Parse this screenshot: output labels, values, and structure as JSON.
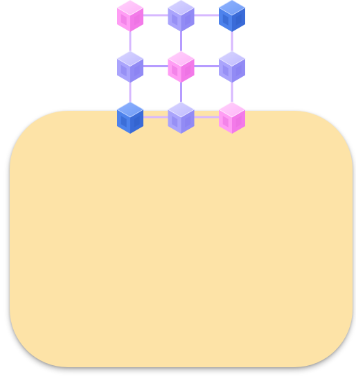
{
  "colors": {
    "card_fill": "#fde3a7",
    "link_light": "#d7b8ff",
    "link_mid": "#b69cff",
    "cube_pink": "#ff9cf5",
    "cube_lavender": "#a9a3fb",
    "cube_blue": "#4a7ee6"
  },
  "illustration": {
    "icon": "blockchain-network-icon",
    "grid_rows": 3,
    "grid_cols": 3,
    "nodes": [
      {
        "row": 0,
        "col": 0,
        "color": "pink"
      },
      {
        "row": 0,
        "col": 1,
        "color": "lavender"
      },
      {
        "row": 0,
        "col": 2,
        "color": "blue"
      },
      {
        "row": 1,
        "col": 0,
        "color": "lavender"
      },
      {
        "row": 1,
        "col": 1,
        "color": "pink"
      },
      {
        "row": 1,
        "col": 2,
        "color": "lavender"
      },
      {
        "row": 2,
        "col": 0,
        "color": "blue"
      },
      {
        "row": 2,
        "col": 1,
        "color": "lavender"
      },
      {
        "row": 2,
        "col": 2,
        "color": "pink"
      }
    ]
  }
}
